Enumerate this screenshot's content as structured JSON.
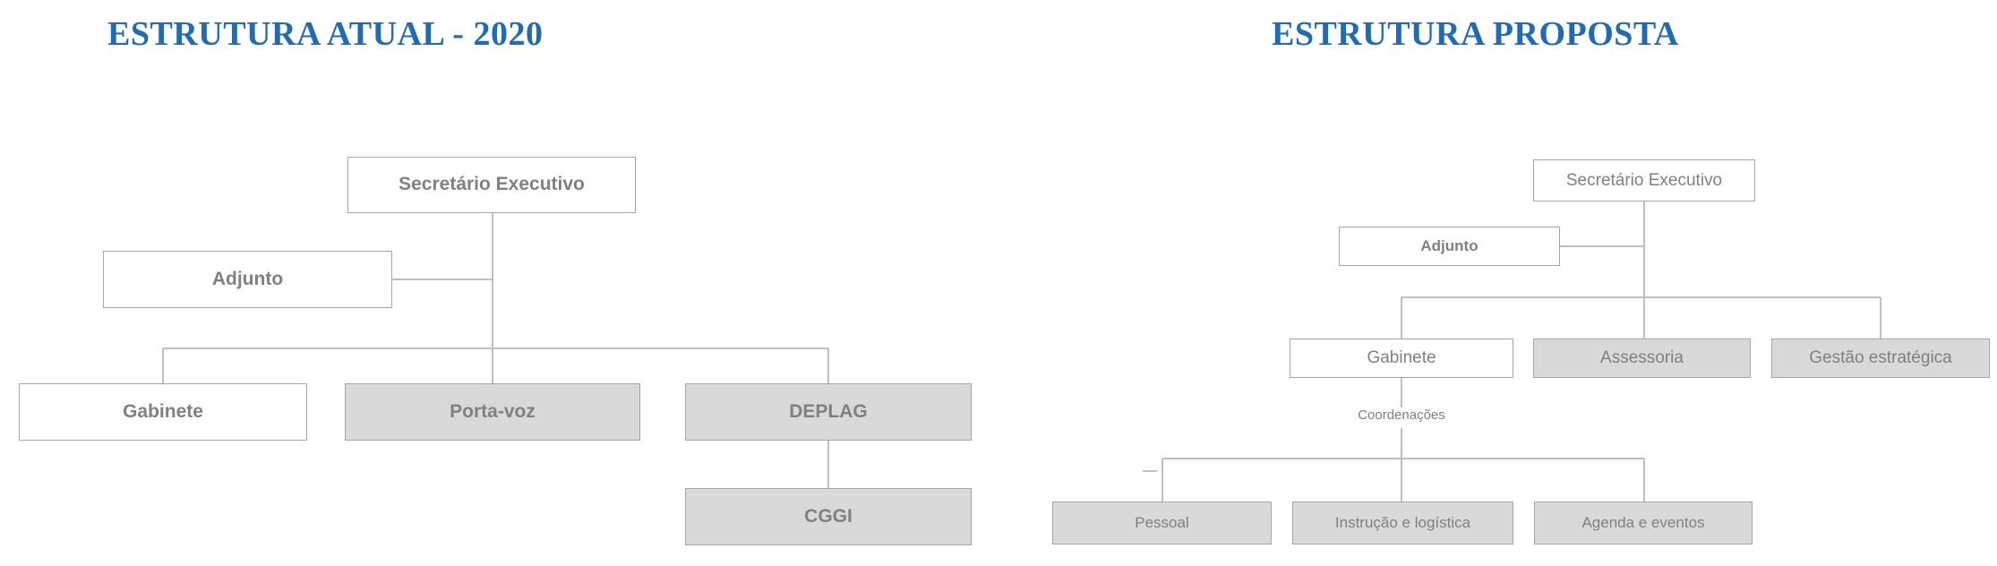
{
  "colors": {
    "title_blue": "#1f6cb4",
    "box_border": "#a6a6a6",
    "box_fill_white": "#ffffff",
    "box_fill_gray": "#d9d9d9",
    "text_gray": "#808080",
    "connector": "#bfbfbf",
    "page_background": "#ffffff"
  },
  "titles": {
    "left": "ESTRUTURA ATUAL - 2020",
    "right": "ESTRUTURA PROPOSTA"
  },
  "current_structure": {
    "title": "ESTRUTURA ATUAL - 2020",
    "nodes": {
      "secretario_executivo": "Secretário Executivo",
      "adjunto": "Adjunto",
      "gabinete": "Gabinete",
      "porta_voz": "Porta-voz",
      "deplag": "DEPLAG",
      "cggi": "CGGI"
    },
    "levels": [
      {
        "level": 0,
        "labels": [
          "Secretário Executivo"
        ]
      },
      {
        "level": 1,
        "labels": [
          "Adjunto"
        ]
      },
      {
        "level": 2,
        "labels": [
          "Gabinete",
          "Porta-voz",
          "DEPLAG"
        ]
      },
      {
        "level": 3,
        "labels": [
          "CGGI"
        ]
      }
    ],
    "filled_nodes": [
      "Porta-voz",
      "DEPLAG",
      "CGGI"
    ],
    "white_nodes": [
      "Secretário Executivo",
      "Adjunto",
      "Gabinete"
    ],
    "edges": [
      {
        "from": "Secretário Executivo",
        "to": "Adjunto"
      },
      {
        "from": "Secretário Executivo",
        "to": "Gabinete"
      },
      {
        "from": "Secretário Executivo",
        "to": "Porta-voz"
      },
      {
        "from": "Secretário Executivo",
        "to": "DEPLAG"
      },
      {
        "from": "DEPLAG",
        "to": "CGGI"
      }
    ]
  },
  "proposed_structure": {
    "title": "ESTRUTURA PROPOSTA",
    "nodes": {
      "secretario_executivo": "Secretário Executivo",
      "adjunto": "Adjunto",
      "gabinete": "Gabinete",
      "assessoria": "Assessoria",
      "gestao_estrategica": "Gestão estratégica",
      "coordenacoes": "Coordenações",
      "pessoal": "Pessoal",
      "instrucao_logistica": "Instrução e logística",
      "agenda_eventos": "Agenda e eventos"
    },
    "levels": [
      {
        "level": 0,
        "labels": [
          "Secretário Executivo"
        ]
      },
      {
        "level": 1,
        "labels": [
          "Adjunto"
        ]
      },
      {
        "level": 2,
        "labels": [
          "Gabinete",
          "Assessoria",
          "Gestão estratégica"
        ]
      },
      {
        "level": 3,
        "labels": [
          "Coordenações"
        ]
      },
      {
        "level": 4,
        "labels": [
          "Pessoal",
          "Instrução e logística",
          "Agenda e eventos"
        ]
      }
    ],
    "filled_nodes": [
      "Assessoria",
      "Gestão estratégica",
      "Pessoal",
      "Instrução e logística",
      "Agenda e eventos"
    ],
    "white_nodes": [
      "Secretário Executivo",
      "Adjunto",
      "Gabinete"
    ],
    "plain_labels": [
      "Coordenações"
    ],
    "edges": [
      {
        "from": "Secretário Executivo",
        "to": "Adjunto"
      },
      {
        "from": "Secretário Executivo",
        "to": "Gabinete"
      },
      {
        "from": "Secretário Executivo",
        "to": "Assessoria"
      },
      {
        "from": "Secretário Executivo",
        "to": "Gestão estratégica"
      },
      {
        "from": "Gabinete",
        "to": "Coordenações"
      },
      {
        "from": "Coordenações",
        "to": "Pessoal"
      },
      {
        "from": "Coordenações",
        "to": "Instrução e logística"
      },
      {
        "from": "Coordenações",
        "to": "Agenda e eventos"
      }
    ]
  }
}
